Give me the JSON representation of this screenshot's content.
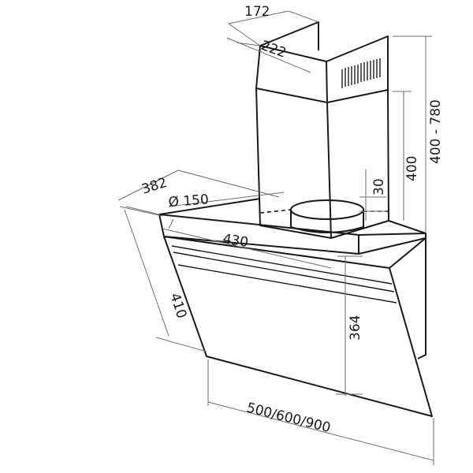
{
  "dimensions": {
    "chimney_width": "172",
    "chimney_depth": "222",
    "chimney_height_range": "400 - 780",
    "chimney_height": "400",
    "outlet_offset": "30",
    "outlet_diameter": "Ø 150",
    "top_depth": "382",
    "inner_width": "430",
    "panel_depth": "410",
    "panel_height": "364",
    "hood_width": "500/600/900"
  },
  "colors": {
    "outline": "#1a1a1a",
    "dimension_line": "#6e6e6e",
    "background": "#ffffff"
  }
}
